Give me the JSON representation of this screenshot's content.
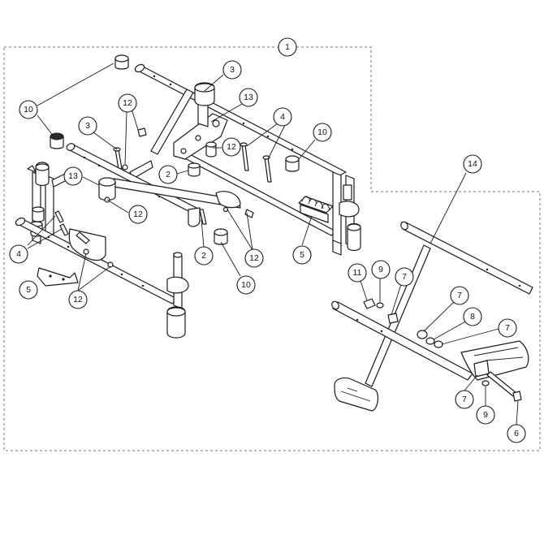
{
  "diagram": {
    "type": "exploded-parts-diagram",
    "line_color": "#1a1a1a",
    "boundary_color": "#777777",
    "callouts": [
      {
        "id": "c1",
        "label": "1"
      },
      {
        "id": "c3a",
        "label": "3"
      },
      {
        "id": "c13a",
        "label": "13"
      },
      {
        "id": "c10a",
        "label": "10"
      },
      {
        "id": "c12a",
        "label": "12"
      },
      {
        "id": "c3b",
        "label": "3"
      },
      {
        "id": "c4a",
        "label": "4"
      },
      {
        "id": "c10b",
        "label": "10"
      },
      {
        "id": "c12b",
        "label": "12"
      },
      {
        "id": "c2a",
        "label": "2"
      },
      {
        "id": "c13b",
        "label": "13"
      },
      {
        "id": "c12c",
        "label": "12"
      },
      {
        "id": "c14",
        "label": "14"
      },
      {
        "id": "c5a",
        "label": "5"
      },
      {
        "id": "c4b",
        "label": "4"
      },
      {
        "id": "c2b",
        "label": "2"
      },
      {
        "id": "c12d",
        "label": "12"
      },
      {
        "id": "c10c",
        "label": "10"
      },
      {
        "id": "c11",
        "label": "11"
      },
      {
        "id": "c9a",
        "label": "9"
      },
      {
        "id": "c7a",
        "label": "7"
      },
      {
        "id": "c5b",
        "label": "5"
      },
      {
        "id": "c12e",
        "label": "12"
      },
      {
        "id": "c7b",
        "label": "7"
      },
      {
        "id": "c8",
        "label": "8"
      },
      {
        "id": "c7c",
        "label": "7"
      },
      {
        "id": "c7d",
        "label": "7"
      },
      {
        "id": "c9b",
        "label": "9"
      },
      {
        "id": "c6",
        "label": "6"
      }
    ]
  }
}
